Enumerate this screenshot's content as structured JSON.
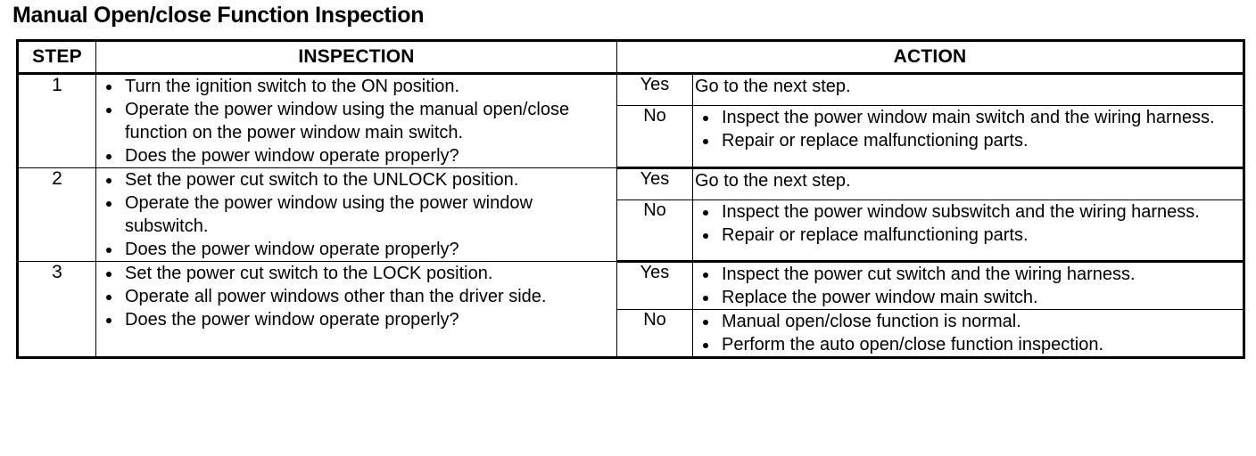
{
  "document": {
    "title": "Manual Open/close Function Inspection"
  },
  "table": {
    "headers": {
      "step": "STEP",
      "inspection": "INSPECTION",
      "action": "ACTION"
    },
    "rows": [
      {
        "step": "1",
        "inspection": [
          "Turn the ignition switch to the ON position.",
          "Operate the power window using the manual open/close function on the power window main switch.",
          "Does the power window operate properly?"
        ],
        "results": [
          {
            "label": "Yes",
            "style": "plain",
            "actions": [
              "Go to the next step."
            ]
          },
          {
            "label": "No",
            "style": "bulleted",
            "actions": [
              "Inspect the power window main switch and the wiring harness.",
              "Repair or replace malfunctioning parts."
            ]
          }
        ]
      },
      {
        "step": "2",
        "inspection": [
          "Set the power cut switch to the UNLOCK position.",
          "Operate the power window using the power window subswitch.",
          "Does the power window operate properly?"
        ],
        "results": [
          {
            "label": "Yes",
            "style": "plain",
            "actions": [
              "Go to the next step."
            ]
          },
          {
            "label": "No",
            "style": "bulleted",
            "actions": [
              "Inspect the power window subswitch and the wiring harness.",
              "Repair or replace malfunctioning parts."
            ]
          }
        ]
      },
      {
        "step": "3",
        "inspection": [
          "Set the power cut switch to the LOCK position.",
          "Operate all power windows other than the driver side.",
          "Does the power window operate properly?"
        ],
        "results": [
          {
            "label": "Yes",
            "style": "bulleted",
            "actions": [
              "Inspect the power cut switch and the wiring harness.",
              "Replace the power window main switch."
            ]
          },
          {
            "label": "No",
            "style": "bulleted",
            "actions": [
              "Manual open/close function is normal.",
              "Perform the auto open/close function inspection."
            ]
          }
        ]
      }
    ]
  }
}
